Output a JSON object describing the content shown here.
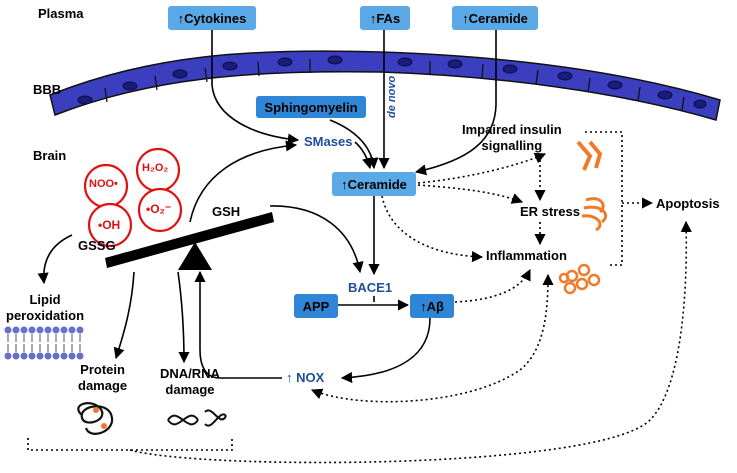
{
  "regions": {
    "plasma": "Plasma",
    "bbb": "BBB",
    "brain": "Brain"
  },
  "plasma_boxes": {
    "cytokines": "↑Cytokines",
    "fas": "↑FAs",
    "ceramide": "↑Ceramide"
  },
  "nodes": {
    "sphingomyelin": "Sphingomyelin",
    "smases": "SMases",
    "de_novo": "de novo",
    "ceramide_brain": "↑Ceramide",
    "impaired_insulin_line1": "Impaired insulin",
    "impaired_insulin_line2": "signalling",
    "er_stress": "ER stress",
    "inflammation": "Inflammation",
    "apoptosis": "Apoptosis",
    "bace1": "BACE1",
    "app": "APP",
    "abeta": "↑Aβ",
    "nox": "↑ NOX",
    "gsh": "GSH",
    "gssg": "GSSG",
    "lipid_line1": "Lipid",
    "lipid_line2": "peroxidation",
    "protein_line1": "Protein",
    "protein_line2": "damage",
    "dna_line1": "DNA/RNA",
    "dna_line2": "damage"
  },
  "ros_species": {
    "noo": "NOO•",
    "h2o2": "H₂O₂",
    "oh": "•OH",
    "o2": "•O₂⁻"
  },
  "colors": {
    "light_blue_box": "#5aa9e6",
    "dark_blue_box": "#2f86d6",
    "bbb_cells": "#3b3fbf",
    "ros_red": "#e01010",
    "label_navy": "#1f4e9c",
    "orange_icon": "#f07a2a"
  }
}
